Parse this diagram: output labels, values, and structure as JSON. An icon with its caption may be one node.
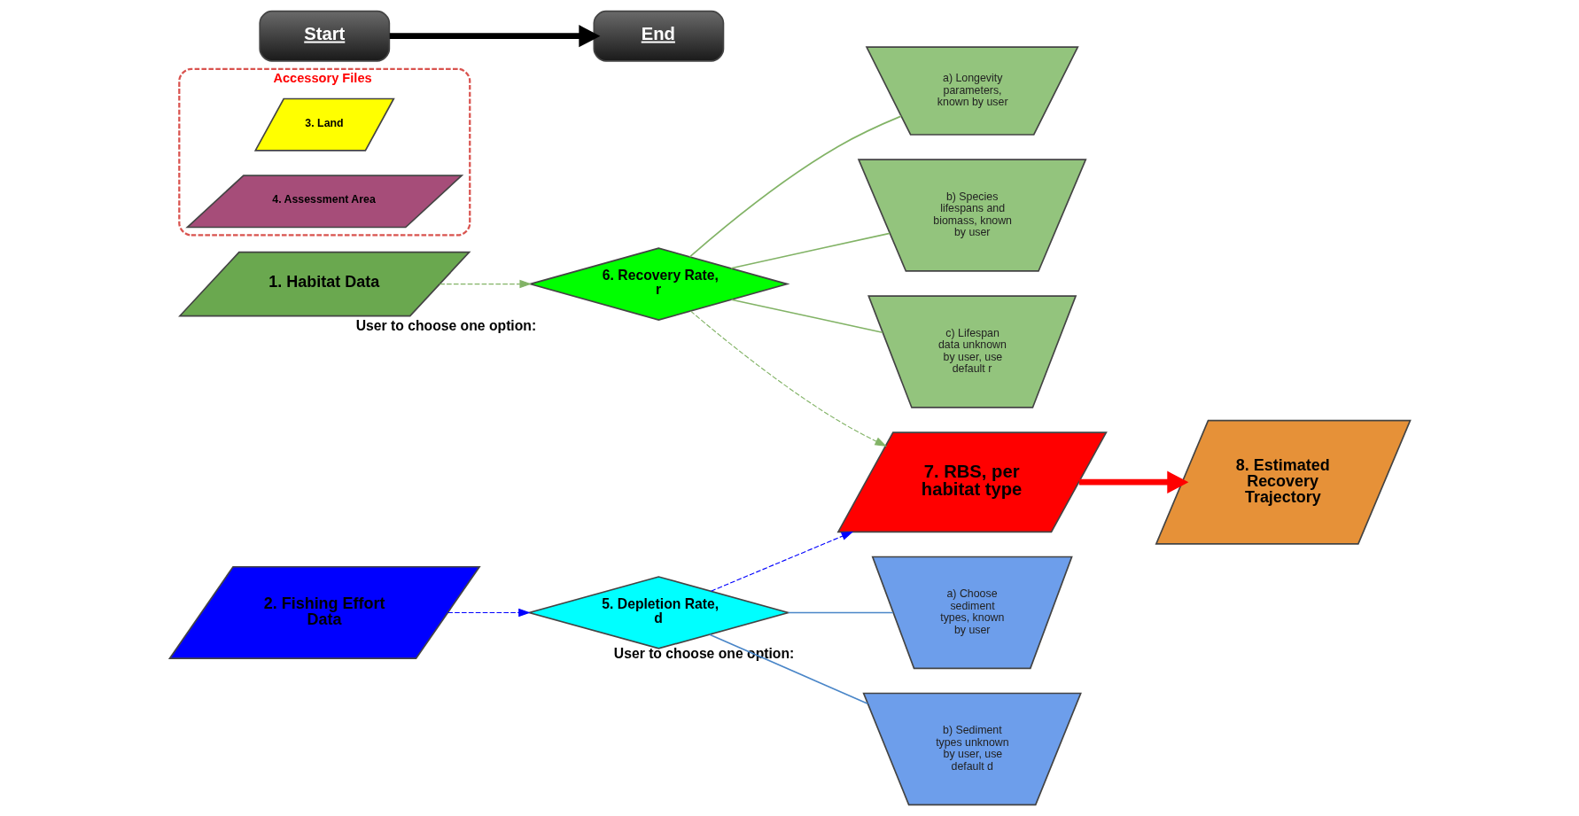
{
  "diagram": {
    "nodes": [
      {
        "text": [
          "1. Habitat Data"
        ]
      },
      {
        "text": [
          "Accessory Files"
        ]
      },
      {
        "text": [
          "3. Land"
        ],
        "in": 1
      },
      {
        "text": [
          "4. Assessment Area"
        ],
        "in": 1
      },
      {
        "text": [
          "2. Fishing Effort Data"
        ]
      },
      {
        "text": [
          "6. Recovery Rate, r"
        ],
        "beside": [
          "User to choose one option:"
        ]
      },
      {
        "text": [
          "a) Longevity parameters, known by user"
        ]
      },
      {
        "text": [
          "b) Species lifespans and biomass, known by user"
        ]
      },
      {
        "text": [
          "c) Lifespan data unknown by user, use default r"
        ]
      },
      {
        "text": [
          "5. Depletion Rate, d"
        ],
        "beside": [
          "User to choose one option:"
        ]
      },
      {
        "text": [
          "a) Choose sediment types, known by user"
        ]
      },
      {
        "text": [
          "b) Sediment types unknown by user, use default d"
        ]
      },
      {
        "text": [
          "7. RBS, per habitat type"
        ]
      },
      {
        "text": [
          "8. Estimated Recovery Trajectory"
        ]
      },
      {
        "text": [
          "Start"
        ]
      },
      {
        "text": [
          "End"
        ]
      }
    ],
    "edges": [
      {
        "from": 0,
        "to": 5,
        "arrow": "to",
        "style": "dashed",
        "color": "#82b366"
      },
      {
        "from": 5,
        "to": 12,
        "arrow": "to",
        "style": "dashed",
        "color": "#82b366"
      },
      {
        "from": 5,
        "to": 6,
        "arrow": "none",
        "color": "#82b366"
      },
      {
        "from": 5,
        "to": 7,
        "arrow": "none",
        "color": "#82b366"
      },
      {
        "from": 5,
        "to": 8,
        "arrow": "none",
        "color": "#82b366"
      },
      {
        "from": 4,
        "to": 9,
        "arrow": "to",
        "style": "dashed",
        "color": "#0000ff"
      },
      {
        "from": 9,
        "to": 12,
        "arrow": "to",
        "style": "dashed",
        "color": "#0000ff"
      },
      {
        "from": 9,
        "to": 10,
        "arrow": "none",
        "color": "#4a86c8"
      },
      {
        "from": 9,
        "to": 11,
        "arrow": "none",
        "color": "#4a86c8"
      },
      {
        "from": 12,
        "to": 13,
        "arrow": "to",
        "style": "thick",
        "color": "#ff0000"
      },
      {
        "from": 14,
        "to": 15,
        "arrow": "to",
        "style": "thick",
        "color": "#000000"
      }
    ]
  }
}
